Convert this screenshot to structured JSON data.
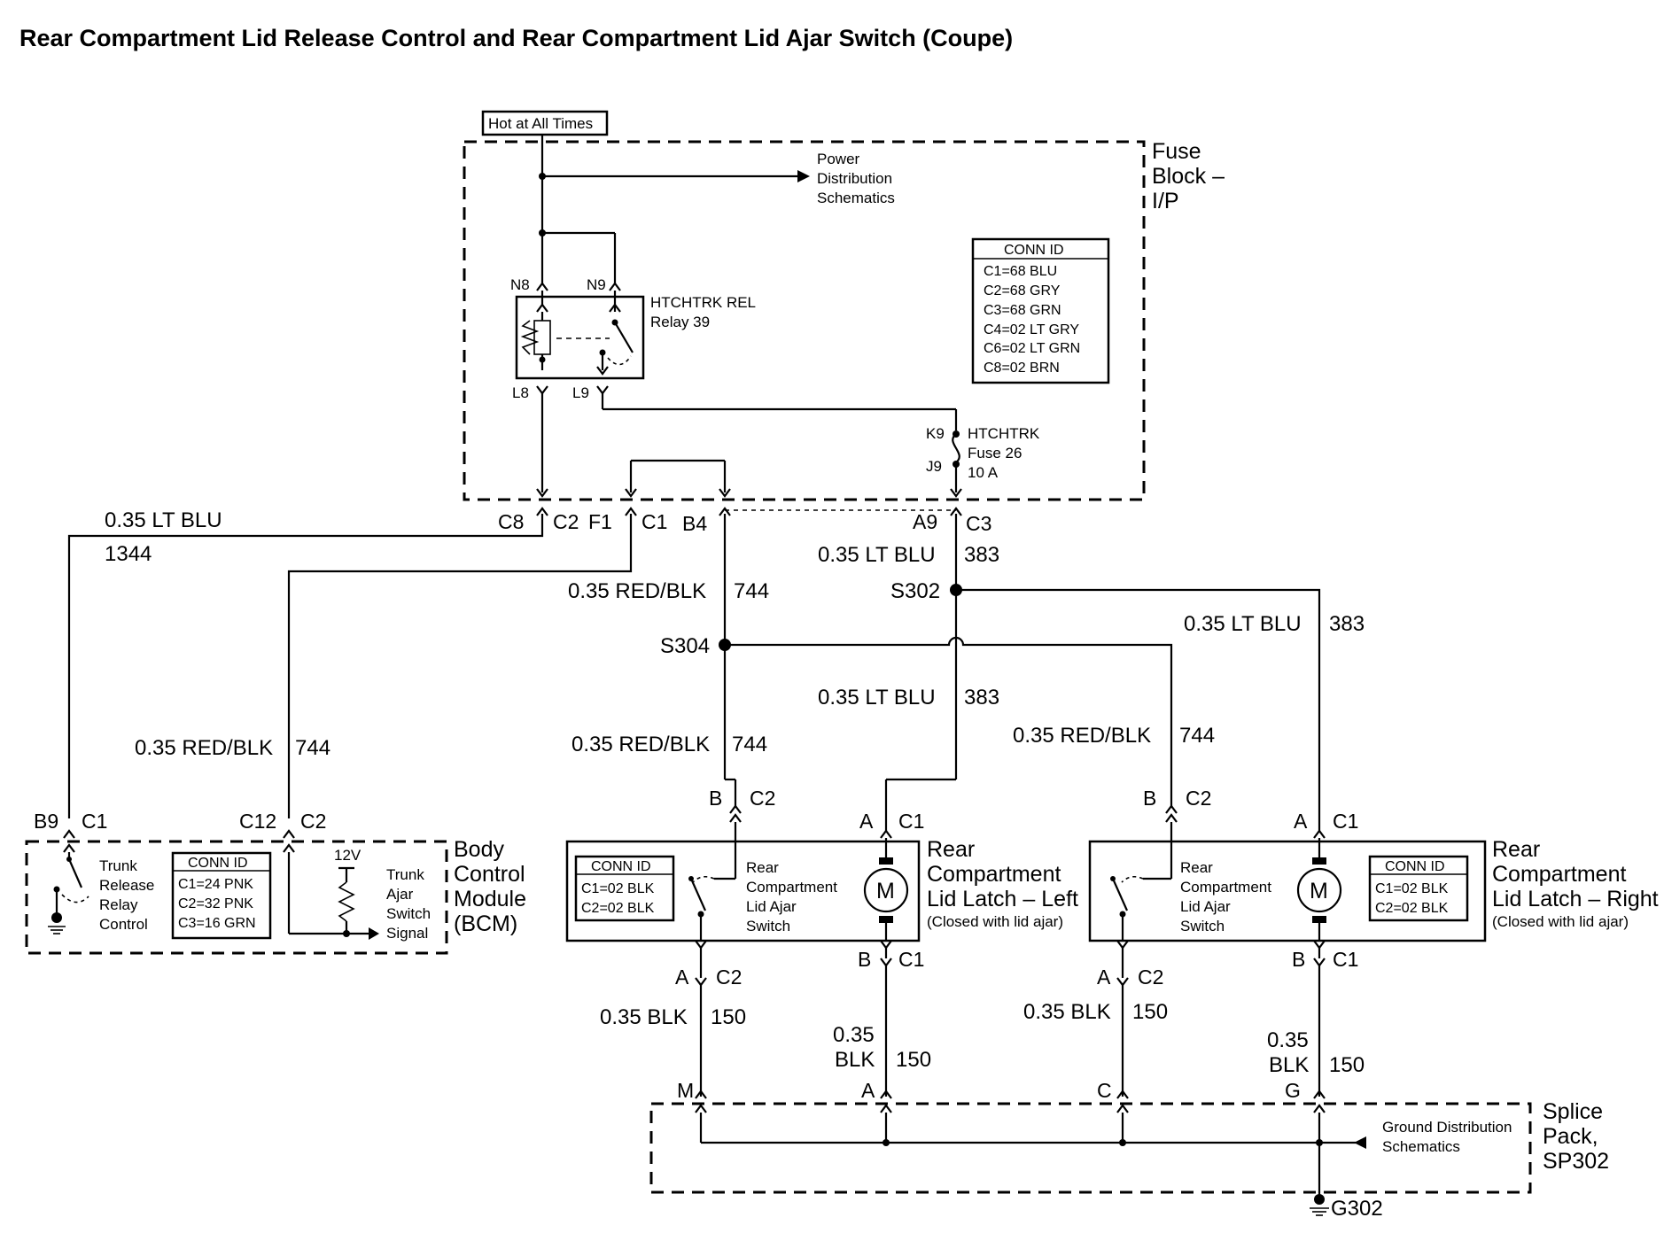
{
  "title": "Rear Compartment Lid Release Control and Rear Compartment Lid Ajar Switch (Coupe)",
  "hot_at_all_times": "Hot at All Times",
  "fuse_block": {
    "label_lines": [
      "Fuse",
      "Block –",
      "I/P"
    ],
    "power_distribution": [
      "Power",
      "Distribution",
      "Schematics"
    ],
    "relay_name": "HTCHTRK REL",
    "relay_number": "Relay 39",
    "relay_pins": {
      "n8": "N8",
      "n9": "N9",
      "l8": "L8",
      "l9": "L9"
    },
    "fuse_name": "HTCHTRK",
    "fuse_number": "Fuse 26",
    "fuse_rating": "10 A",
    "fuse_pins": {
      "k9": "K9",
      "j9": "J9"
    },
    "conn_id_title": "CONN ID",
    "conn_ids": [
      "C1=68 BLU",
      "C2=68 GRY",
      "C3=68 GRN",
      "C4=02 LT GRY",
      "C6=02 LT GRN",
      "C8=02 BRN"
    ],
    "out_pins": {
      "c8": "C8",
      "c2": "C2",
      "f1": "F1",
      "c1": "C1",
      "b4": "B4",
      "a9": "A9",
      "c3": "C3"
    }
  },
  "wires": {
    "w1344_color": "0.35 LT BLU",
    "w1344_num": "1344",
    "w744_color": "0.35 RED/BLK",
    "w744_num": "744",
    "w383_color": "0.35 LT BLU",
    "w383_num": "383",
    "w150_color": "0.35 BLK",
    "w150_num": "150",
    "w150_color_a": "0.35",
    "w150_color_b": "BLK"
  },
  "splices": {
    "s302": "S302",
    "s304": "S304"
  },
  "bcm": {
    "label_lines": [
      "Body",
      "Control",
      "Module",
      "(BCM)"
    ],
    "pins": {
      "b9": "B9",
      "c1": "C1",
      "c12": "C12",
      "c2": "C2"
    },
    "trunk_release": [
      "Trunk",
      "Release",
      "Relay",
      "Control"
    ],
    "voltage": "12V",
    "trunk_ajar": [
      "Trunk",
      "Ajar",
      "Switch",
      "Signal"
    ],
    "conn_id_title": "CONN ID",
    "conn_ids": [
      "C1=24 PNK",
      "C2=32 PNK",
      "C3=16 GRN"
    ]
  },
  "latch_left": {
    "label_lines": [
      "Rear",
      "Compartment",
      "Lid Latch – Left"
    ],
    "note": "(Closed with lid ajar)",
    "switch_lines": [
      "Rear",
      "Compartment",
      "Lid Ajar",
      "Switch"
    ],
    "motor": "M",
    "conn_id_title": "CONN ID",
    "conn_ids": [
      "C1=02 BLK",
      "C2=02 BLK"
    ],
    "pins": {
      "b": "B",
      "c2": "C2",
      "a": "A",
      "c1": "C1"
    }
  },
  "latch_right": {
    "label_lines": [
      "Rear",
      "Compartment",
      "Lid Latch – Right"
    ],
    "note": "(Closed with lid ajar)",
    "switch_lines": [
      "Rear",
      "Compartment",
      "Lid Ajar",
      "Switch"
    ],
    "motor": "M",
    "conn_id_title": "CONN ID",
    "conn_ids": [
      "C1=02 BLK",
      "C2=02 BLK"
    ],
    "pins": {
      "b": "B",
      "c2": "C2",
      "a": "A",
      "c1": "C1"
    }
  },
  "splice_pack": {
    "label_lines": [
      "Splice",
      "Pack,",
      "SP302"
    ],
    "pins": {
      "m": "M",
      "a": "A",
      "c": "C",
      "g": "G"
    },
    "ground_distribution": [
      "Ground Distribution",
      "Schematics"
    ],
    "ground": "G302"
  }
}
